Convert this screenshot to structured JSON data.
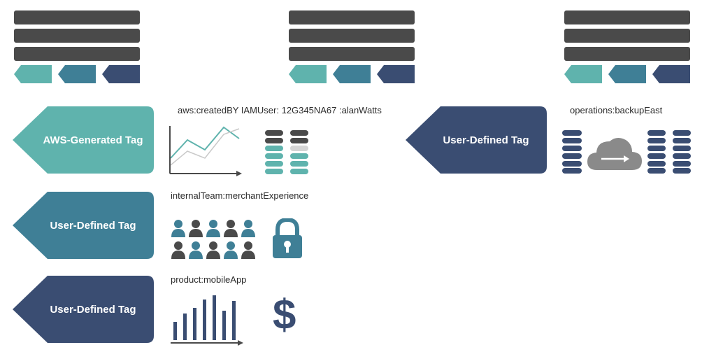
{
  "colors": {
    "dark_bar": "#4a4a4a",
    "teal": "#5fb3ad",
    "steel": "#3f7f96",
    "navy": "#3a4d72",
    "icon_gray": "#8a8a8a"
  },
  "resource_groups": [
    {
      "id": "left"
    },
    {
      "id": "middle"
    },
    {
      "id": "right"
    }
  ],
  "tags": {
    "aws_generated": {
      "label": "AWS-Generated Tag",
      "key_value": "aws:createdBY IAMUser: 12G345NA67 :alanWatts"
    },
    "internal_team": {
      "label": "User-Defined Tag",
      "key_value": "internalTeam:merchantExperience"
    },
    "product": {
      "label": "User-Defined Tag",
      "key_value": "product:mobileApp"
    },
    "operations": {
      "label": "User-Defined Tag",
      "key_value": "operations:backupEast"
    }
  },
  "icons": {
    "line_chart": "line-chart-icon",
    "database": "database-icon",
    "people": "people-icon",
    "lock": "lock-icon",
    "bar_chart": "bar-chart-icon",
    "dollar": "dollar-icon",
    "cloud": "cloud-icon",
    "server": "server-icon"
  },
  "dollar_symbol": "$"
}
